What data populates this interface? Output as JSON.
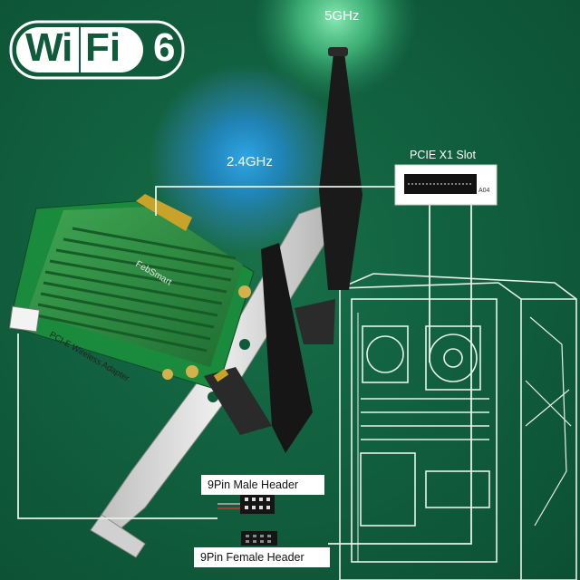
{
  "badge": {
    "wi": "Wi",
    "fi": "Fi",
    "six": "6"
  },
  "bands": {
    "high": "5GHz",
    "low": "2.4GHz"
  },
  "slot_label": "PCIE X1 Slot",
  "slot_chip_text": "A04",
  "headers": {
    "male": "9Pin Male  Header",
    "female": "9Pin Female Header"
  },
  "card": {
    "brand": "FebSmart",
    "caption": "PCI-E Wireless Adapter"
  },
  "colors": {
    "background": "#11603f",
    "line_art": "#e6f2ea",
    "antenna": "#1a1a1a",
    "heatsink": "#2f8f3f",
    "bracket": "#d7d7d7"
  }
}
